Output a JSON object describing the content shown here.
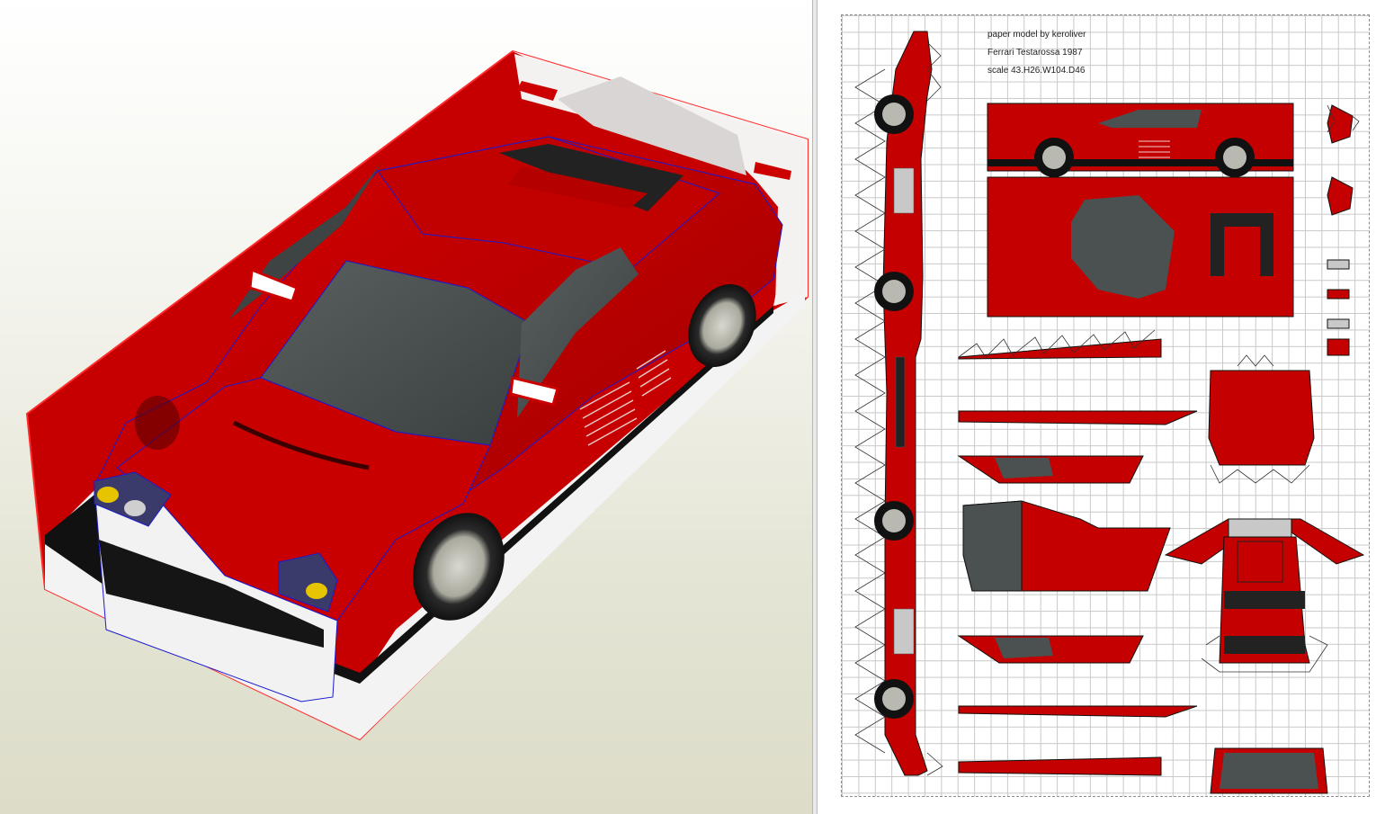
{
  "app": {
    "panes": [
      "3d-view",
      "2d-layout"
    ],
    "colors": {
      "body_red": "#c40000",
      "dark_red": "#8a0000",
      "glass": "#4b5050",
      "edge_blue": "#1a1ad0",
      "grid_line": "#c9c9c9",
      "page_border": "#8e8e8e"
    }
  },
  "sheet": {
    "credit": "paper model by keroliver",
    "model_name": "Ferrari Testarossa 1987",
    "scale": "scale 43.H26.W104.D46"
  }
}
